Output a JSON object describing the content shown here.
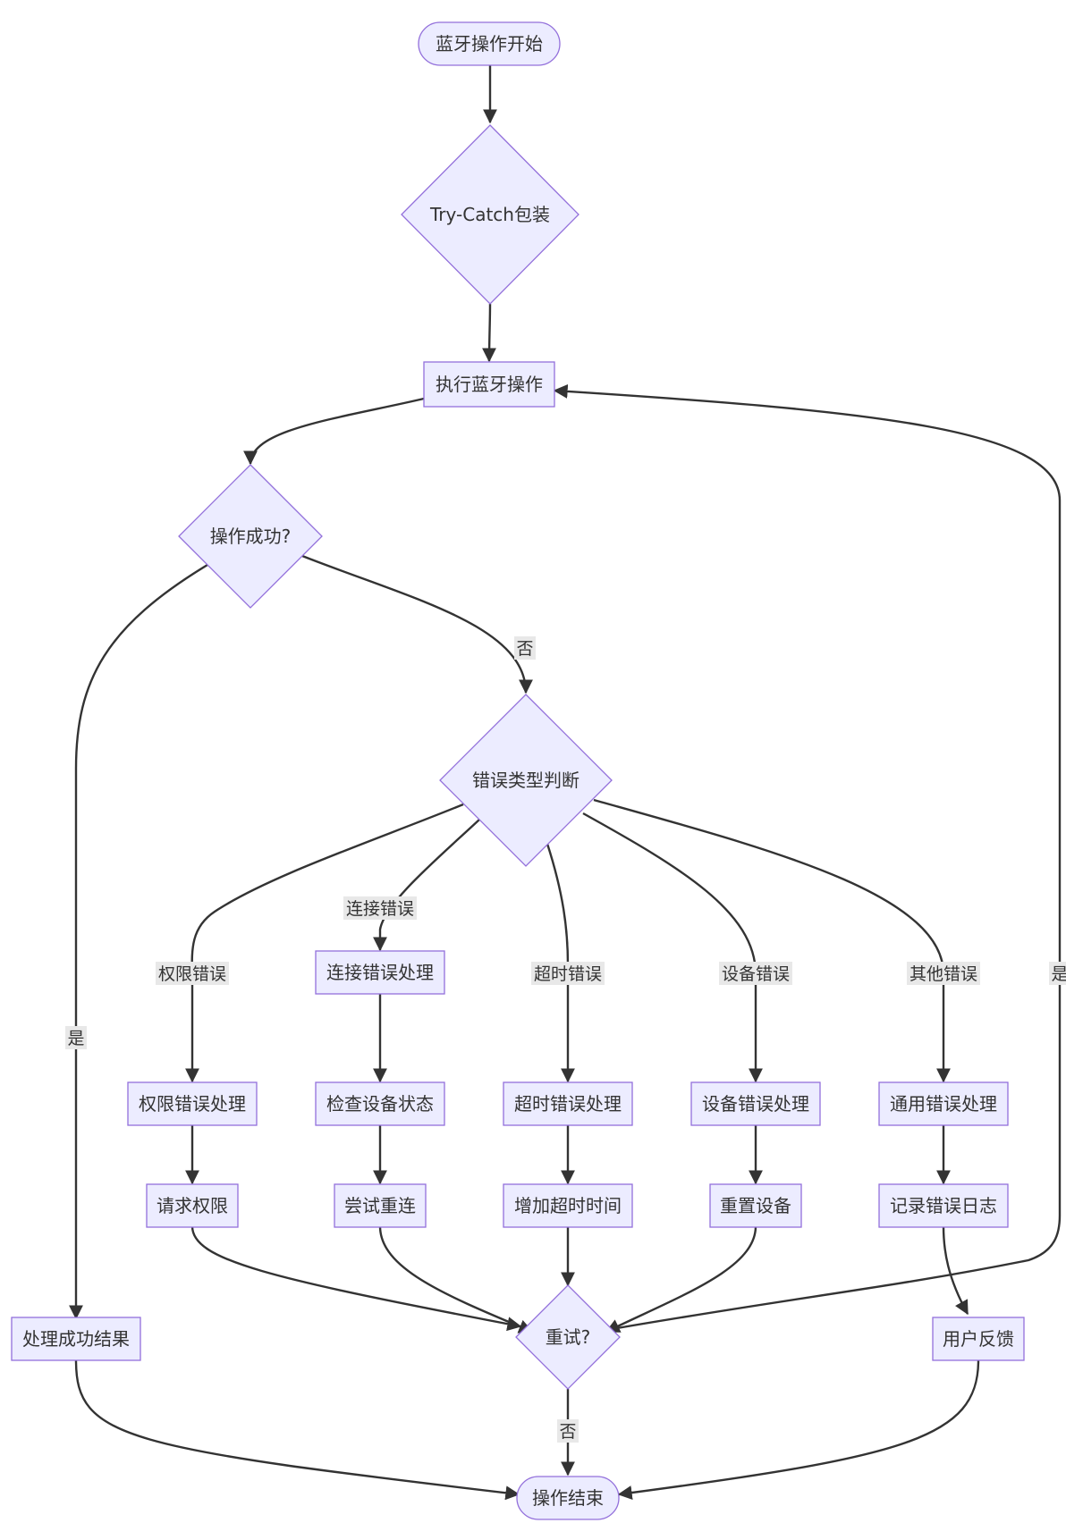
{
  "diagram": {
    "nodes": {
      "start": "蓝牙操作开始",
      "try_catch": "Try-Catch包装",
      "execute": "执行蓝牙操作",
      "success_check": "操作成功?",
      "error_type": "错误类型判断",
      "connection_handle": "连接错误处理",
      "permission_handle": "权限错误处理",
      "check_device": "检查设备状态",
      "timeout_handle": "超时错误处理",
      "device_handle": "设备错误处理",
      "generic_handle": "通用错误处理",
      "request_permission": "请求权限",
      "try_reconnect": "尝试重连",
      "increase_timeout": "增加超时时间",
      "reset_device": "重置设备",
      "log_error": "记录错误日志",
      "success_result": "处理成功结果",
      "retry": "重试?",
      "user_feedback": "用户反馈",
      "end": "操作结束"
    },
    "edge_labels": {
      "no_success": "否",
      "connection_error": "连接错误",
      "permission_error": "权限错误",
      "timeout_error": "超时错误",
      "device_error": "设备错误",
      "other_error": "其他错误",
      "yes_success": "是",
      "yes_retry": "是",
      "no_retry": "否"
    }
  }
}
